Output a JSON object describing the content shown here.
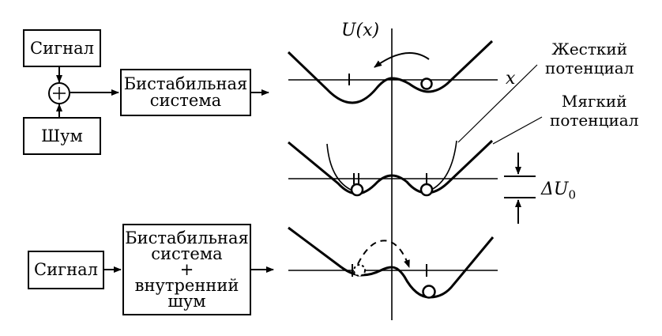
{
  "blocks": {
    "signal_top": "Сигнал",
    "noise": "Шум",
    "adder_symbol": "+",
    "bistable_top": [
      "Бистабильная",
      "система"
    ],
    "signal_bottom": "Сигнал",
    "bistable_bottom": [
      "Бистабильная",
      "система",
      "+",
      "внутренний",
      "шум"
    ]
  },
  "plot": {
    "y_axis_label": "U(x)",
    "x_axis_label": "x",
    "delta_label": "ΔU",
    "delta_subscript": "0"
  },
  "annotations": {
    "hard_potential": [
      "Жесткий",
      "потенциал"
    ],
    "soft_potential": [
      "Мягкий",
      "потенциал"
    ]
  },
  "colors": {
    "ink": "#000000",
    "background": "#ffffff"
  }
}
